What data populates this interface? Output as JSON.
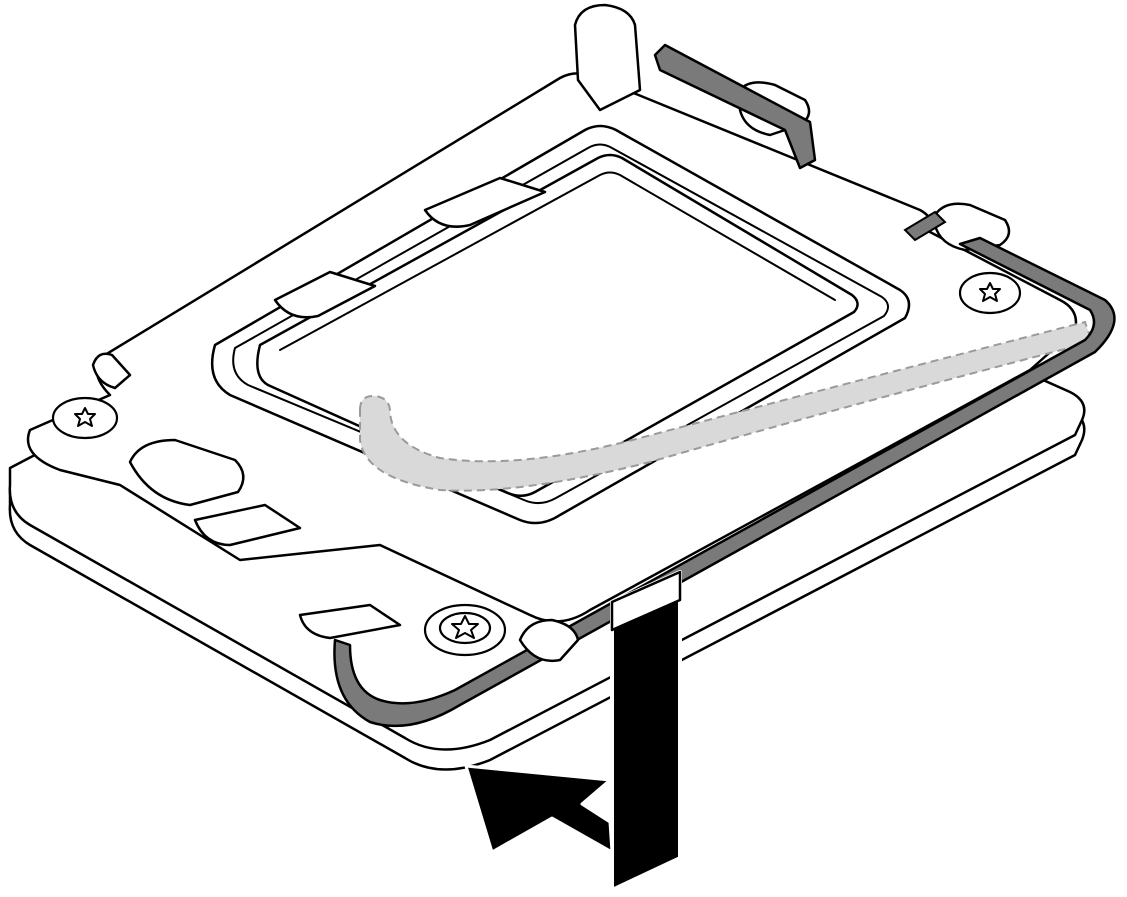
{
  "figure": {
    "subject": "cpu-socket-load-plate",
    "icons": [
      "load-plate",
      "processor",
      "retention-lever",
      "lever-travel-path",
      "screw",
      "motion-arrow"
    ]
  },
  "colors": {
    "line": "#000000",
    "background": "#ffffff",
    "lever": "#7a7a7a",
    "lever_path": "#d9d9d9",
    "lever_path_outline": "#9a9a9a",
    "arrow": "#000000"
  }
}
